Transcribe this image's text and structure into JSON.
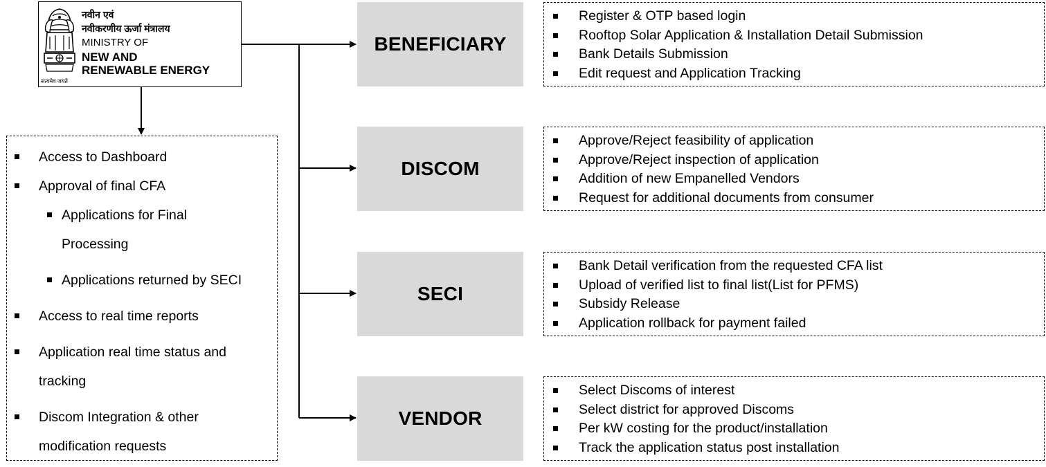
{
  "logo": {
    "line1": "नवीन एवं",
    "line2": "नवीकरणीय ऊर्जा मंत्रालय",
    "line3": "MINISTRY OF",
    "line4": "NEW AND",
    "line5": "RENEWABLE ENERGY",
    "motto": "सत्यमेव जयते",
    "emblem_icon": "national-emblem-icon"
  },
  "ministry_features": [
    {
      "text": "Access to Dashboard",
      "level": 1
    },
    {
      "text": "Approval of final CFA",
      "level": 1
    },
    {
      "text": "Applications for Final Processing",
      "level": 2
    },
    {
      "text": "Applications returned by SECI",
      "level": 2
    },
    {
      "text": "Access to real time reports",
      "level": 1
    },
    {
      "text": "Application real time status and tracking",
      "level": 1
    },
    {
      "text": "Discom Integration & other modification requests",
      "level": 1
    }
  ],
  "roles": [
    {
      "name": "BENEFICIARY",
      "features": [
        "Register & OTP based login",
        "Rooftop Solar Application & Installation Detail Submission",
        "Bank Details Submission",
        "Edit request and Application Tracking"
      ]
    },
    {
      "name": "DISCOM",
      "features": [
        "Approve/Reject feasibility of application",
        "Approve/Reject inspection of application",
        "Addition of new Empanelled Vendors",
        "Request for additional documents from consumer"
      ]
    },
    {
      "name": "SECI",
      "features": [
        "Bank Detail verification from the requested CFA list",
        "Upload of verified list to final list(List for PFMS)",
        "Subsidy Release",
        "Application rollback for payment failed"
      ]
    },
    {
      "name": "VENDOR",
      "features": [
        "Select Discoms of interest",
        "Select district for approved Discoms",
        "Per kW costing for the product/installation",
        "Track the application status post installation"
      ]
    }
  ],
  "colors": {
    "role_box": "#d9d9d9",
    "line": "#000000"
  }
}
